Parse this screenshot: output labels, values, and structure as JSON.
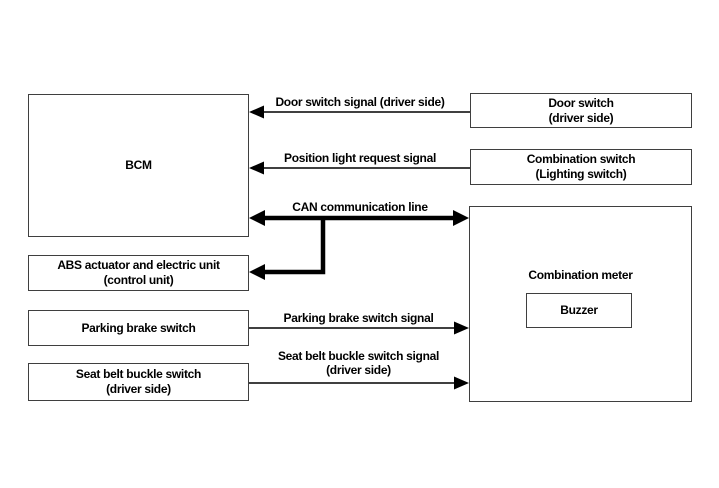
{
  "diagram": {
    "boxes": {
      "bcm": "BCM",
      "abs_unit": "ABS actuator and electric unit\n(control unit)",
      "parking_brake_switch": "Parking brake switch",
      "seat_belt_buckle_switch": "Seat belt buckle switch\n(driver side)",
      "door_switch": "Door switch\n(driver side)",
      "combination_switch": "Combination switch\n(Lighting switch)",
      "combination_meter": "Combination meter",
      "buzzer": "Buzzer"
    },
    "signal_labels": {
      "door_switch_signal": "Door switch signal (driver side)",
      "position_light_request_signal": "Position light request signal",
      "can_communication_line": "CAN communication line",
      "parking_brake_switch_signal": "Parking brake switch signal",
      "seat_belt_buckle_switch_signal": "Seat belt buckle switch signal\n(driver side)"
    },
    "colors": {
      "background": "#ffffff",
      "box_border": "#3f3f3f",
      "line": "#000000",
      "text": "#000000"
    }
  }
}
